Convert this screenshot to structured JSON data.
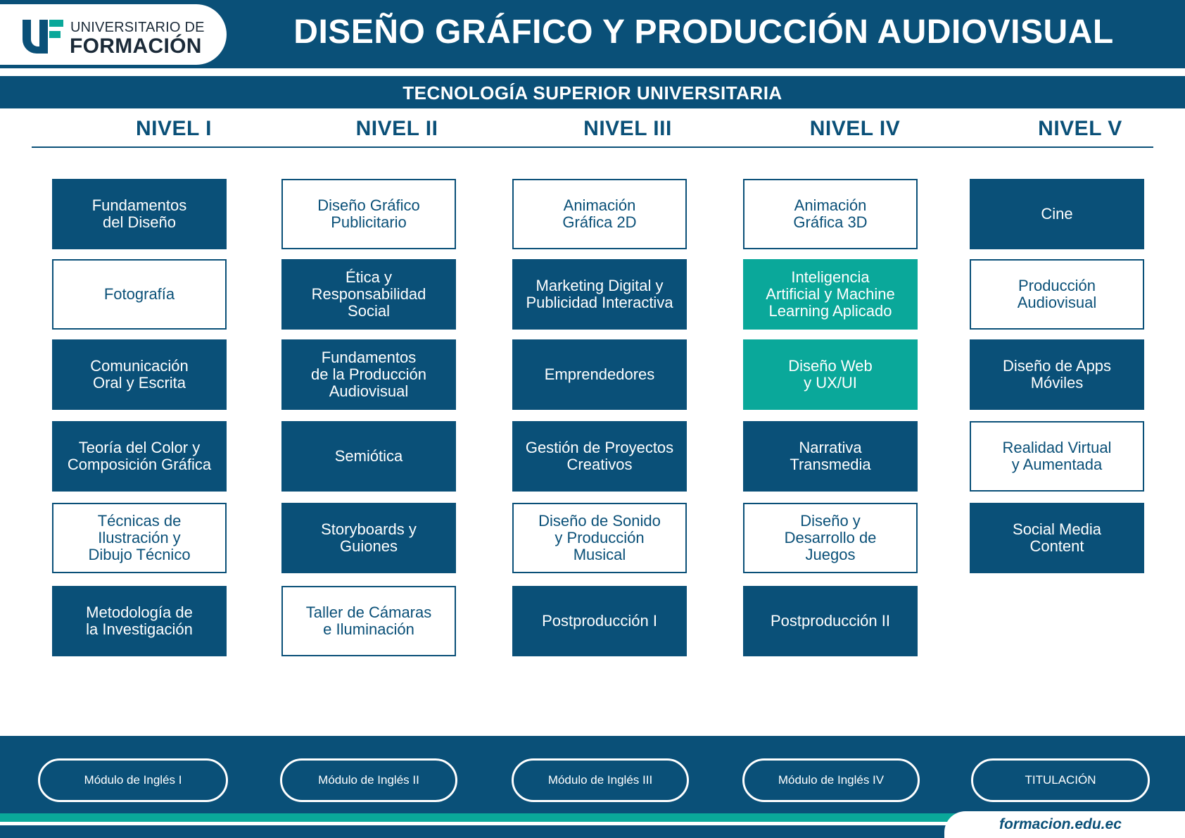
{
  "colors": {
    "primary": "#0a5078",
    "accent": "#0aa89a",
    "background": "#ffffff"
  },
  "logo": {
    "line1": "UNIVERSITARIO DE",
    "line2": "FORMACIÓN",
    "icon": "uf-logo-icon"
  },
  "title": "DISEÑO GRÁFICO Y PRODUCCIÓN AUDIOVISUAL",
  "subtitle": "TECNOLOGÍA SUPERIOR UNIVERSITARIA",
  "levels": [
    {
      "name": "NIVEL I",
      "courses": [
        {
          "label": "Fundamentos\ndel Diseño",
          "style": "dark"
        },
        {
          "label": "Fotografía",
          "style": "light"
        },
        {
          "label": "Comunicación\nOral y Escrita",
          "style": "dark"
        },
        {
          "label": "Teoría del Color y\nComposición Gráfica",
          "style": "dark"
        },
        {
          "label": "Técnicas de\nIlustración y\nDibujo Técnico",
          "style": "light"
        },
        {
          "label": "Metodología de\nla Investigación",
          "style": "dark"
        }
      ]
    },
    {
      "name": "NIVEL II",
      "courses": [
        {
          "label": "Diseño Gráfico\nPublicitario",
          "style": "light"
        },
        {
          "label": "Ética y\nResponsabilidad\nSocial",
          "style": "dark"
        },
        {
          "label": "Fundamentos\nde la Producción\nAudiovisual",
          "style": "dark"
        },
        {
          "label": "Semiótica",
          "style": "dark"
        },
        {
          "label": "Storyboards y\nGuiones",
          "style": "dark"
        },
        {
          "label": "Taller de Cámaras\ne Iluminación",
          "style": "light"
        }
      ]
    },
    {
      "name": "NIVEL III",
      "courses": [
        {
          "label": "Animación\nGráfica 2D",
          "style": "light"
        },
        {
          "label": "Marketing Digital y\nPublicidad Interactiva",
          "style": "dark"
        },
        {
          "label": "Emprendedores",
          "style": "dark"
        },
        {
          "label": "Gestión de Proyectos\nCreativos",
          "style": "dark"
        },
        {
          "label": "Diseño de Sonido\ny Producción\nMusical",
          "style": "light"
        },
        {
          "label": "Postproducción I",
          "style": "dark"
        }
      ]
    },
    {
      "name": "NIVEL IV",
      "courses": [
        {
          "label": "Animación\nGráfica 3D",
          "style": "light"
        },
        {
          "label": "Inteligencia\nArtificial y Machine\nLearning Aplicado",
          "style": "teal"
        },
        {
          "label": "Diseño Web\ny UX/UI",
          "style": "teal"
        },
        {
          "label": "Narrativa\nTransmedia",
          "style": "dark"
        },
        {
          "label": "Diseño y\nDesarrollo de\nJuegos",
          "style": "light"
        },
        {
          "label": "Postproducción II",
          "style": "dark"
        }
      ]
    },
    {
      "name": "NIVEL V",
      "courses": [
        {
          "label": "Cine",
          "style": "dark"
        },
        {
          "label": "Producción\nAudiovisual",
          "style": "light"
        },
        {
          "label": "Diseño de Apps\nMóviles",
          "style": "dark"
        },
        {
          "label": "Realidad Virtual\ny Aumentada",
          "style": "light"
        },
        {
          "label": "Social Media\nContent",
          "style": "dark"
        }
      ]
    }
  ],
  "footer": {
    "modules": [
      "Módulo de Inglés I",
      "Módulo de Inglés II",
      "Módulo de Inglés III",
      "Módulo de Inglés IV",
      "TITULACIÓN"
    ],
    "url": "formacion.edu.ec"
  }
}
